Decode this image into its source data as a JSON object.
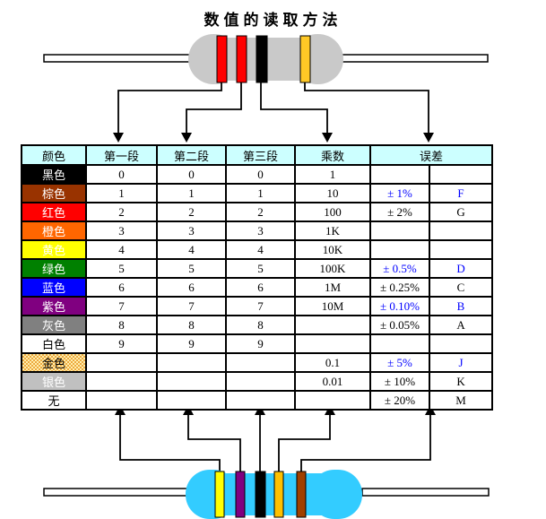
{
  "title": "数值的读取方法",
  "colors": {
    "table_header_bg": "#CCFFFF",
    "grid_line": "#000000",
    "tolerance_blue": "#0000FF"
  },
  "table": {
    "headers": [
      "颜色",
      "第一段",
      "第二段",
      "第三段",
      "乘数",
      "误差"
    ],
    "rows": [
      {
        "name": "黑色",
        "bg": "#000000",
        "fg": "#FFFFFF",
        "d1": "0",
        "d2": "0",
        "d3": "0",
        "mult": "1",
        "tol": "",
        "code": "",
        "accent": "#000000"
      },
      {
        "name": "棕色",
        "bg": "#993300",
        "fg": "#FFFFFF",
        "d1": "1",
        "d2": "1",
        "d3": "1",
        "mult": "10",
        "tol": "± 1%",
        "code": "F",
        "accent": "#0000FF"
      },
      {
        "name": "红色",
        "bg": "#FF0000",
        "fg": "#FFFFFF",
        "d1": "2",
        "d2": "2",
        "d3": "2",
        "mult": "100",
        "tol": "± 2%",
        "code": "G",
        "accent": "#000000"
      },
      {
        "name": "橙色",
        "bg": "#FF6600",
        "fg": "#FFFFFF",
        "d1": "3",
        "d2": "3",
        "d3": "3",
        "mult": "1K",
        "tol": "",
        "code": "",
        "accent": "#000000"
      },
      {
        "name": "黄色",
        "bg": "#FFFF00",
        "fg": "#FFFFFF",
        "d1": "4",
        "d2": "4",
        "d3": "4",
        "mult": "10K",
        "tol": "",
        "code": "",
        "accent": "#000000"
      },
      {
        "name": "绿色",
        "bg": "#008000",
        "fg": "#FFFFFF",
        "d1": "5",
        "d2": "5",
        "d3": "5",
        "mult": "100K",
        "tol": "± 0.5%",
        "code": "D",
        "accent": "#0000FF"
      },
      {
        "name": "蓝色",
        "bg": "#0000FF",
        "fg": "#FFFFFF",
        "d1": "6",
        "d2": "6",
        "d3": "6",
        "mult": "1M",
        "tol": "± 0.25%",
        "code": "C",
        "accent": "#000000"
      },
      {
        "name": "紫色",
        "bg": "#800080",
        "fg": "#FFFFFF",
        "d1": "7",
        "d2": "7",
        "d3": "7",
        "mult": "10M",
        "tol": "± 0.10%",
        "code": "B",
        "accent": "#0000FF"
      },
      {
        "name": "灰色",
        "bg": "#808080",
        "fg": "#FFFFFF",
        "d1": "8",
        "d2": "8",
        "d3": "8",
        "mult": "",
        "tol": "± 0.05%",
        "code": "A",
        "accent": "#000000"
      },
      {
        "name": "白色",
        "bg": "#FFFFFF",
        "fg": "#000000",
        "d1": "9",
        "d2": "9",
        "d3": "9",
        "mult": "",
        "tol": "",
        "code": "",
        "accent": "#000000"
      },
      {
        "name": "金色",
        "bg": "#FFEFAF",
        "fg": "#000000",
        "d1": "",
        "d2": "",
        "d3": "",
        "mult": "0.1",
        "tol": "± 5%",
        "code": "J",
        "accent": "#0000FF"
      },
      {
        "name": "银色",
        "bg": "#C0C0C0",
        "fg": "#FFFFFF",
        "d1": "",
        "d2": "",
        "d3": "",
        "mult": "0.01",
        "tol": "± 10%",
        "code": "K",
        "accent": "#000000"
      },
      {
        "name": "无",
        "bg": "#FFFFFF",
        "fg": "#000000",
        "d1": "",
        "d2": "",
        "d3": "",
        "mult": "",
        "tol": "± 20%",
        "code": "M",
        "accent": "#000000"
      }
    ]
  },
  "top_resistor": {
    "body_color": "#C9C9C9",
    "bands": [
      "red",
      "red",
      "black",
      "gold"
    ],
    "band_colors": [
      "#FF0000",
      "#FF0000",
      "#000000",
      "#FFC926"
    ]
  },
  "bottom_resistor": {
    "body_color": "#33CCFF",
    "bands": [
      "yellow",
      "purple",
      "black",
      "gold",
      "brown"
    ],
    "band_colors": [
      "#FFFF00",
      "#800080",
      "#000000",
      "#FFC000",
      "#A04000"
    ]
  }
}
